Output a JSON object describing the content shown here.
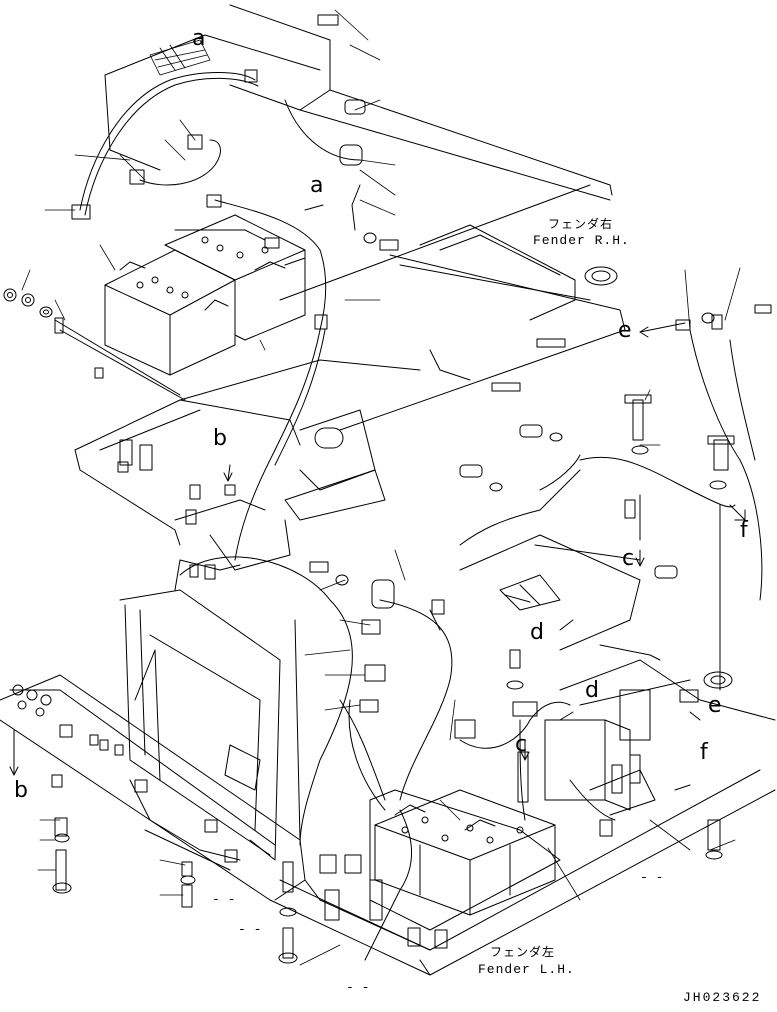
{
  "fender_rh": {
    "jp": "フェンダ右",
    "en": "Fender R.H."
  },
  "fender_lh": {
    "jp": "フェンダ左",
    "en": "Fender L.H."
  },
  "refs": {
    "a_top": "a",
    "a_mid": "a",
    "b_mid": "b",
    "b_left": "b",
    "c_right": "c",
    "c_lower": "c",
    "d_center": "d",
    "d_lower": "d",
    "e_right": "e",
    "e_lower": "e",
    "f_right": "f",
    "f_lower": "f"
  },
  "blank_callouts": [
    "- -",
    "- -",
    "- -",
    "- -"
  ],
  "drawing_id": "JH023622"
}
